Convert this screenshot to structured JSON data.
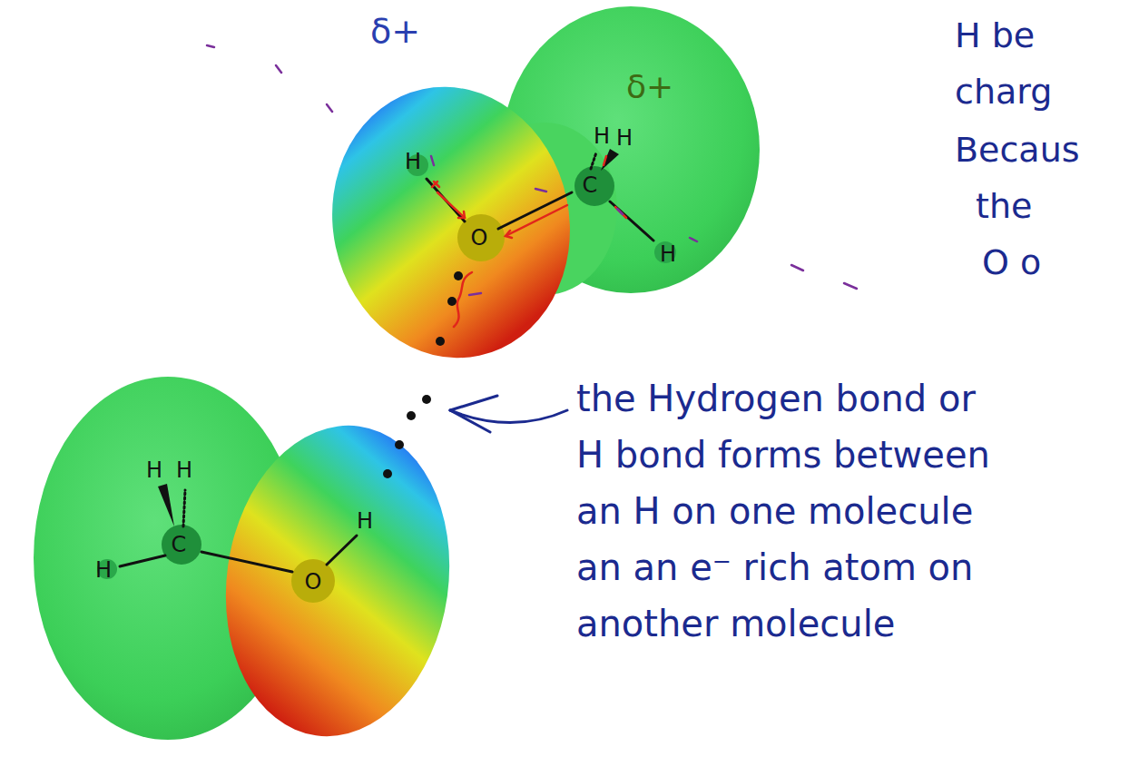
{
  "diagram": {
    "labels": [
      "δ+",
      "δ+",
      "H",
      "H",
      "H",
      "C",
      "O",
      "H",
      "H",
      "H",
      "C",
      "H",
      "O",
      "H",
      "H be",
      "charg",
      "Becaus",
      "the",
      "O o",
      "the Hydrogen bond or H bond forms between an H on one molecule an an e⁻ rich atom on another molecule"
    ]
  }
}
